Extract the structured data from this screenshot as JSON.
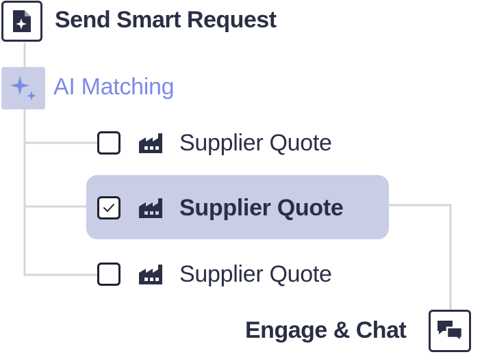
{
  "steps": {
    "send": {
      "label": "Send Smart Request",
      "icon": "document-sparkle-icon"
    },
    "ai": {
      "label": "AI Matching",
      "icon": "sparkles-icon"
    },
    "engage": {
      "label": "Engage & Chat",
      "icon": "chat-bubbles-icon"
    }
  },
  "suppliers": [
    {
      "label": "Supplier Quote",
      "checked": false,
      "icon": "factory-icon"
    },
    {
      "label": "Supplier Quote",
      "checked": true,
      "icon": "factory-icon"
    },
    {
      "label": "Supplier Quote",
      "checked": false,
      "icon": "factory-icon"
    }
  ],
  "colors": {
    "text": "#2b2f45",
    "accent": "#7b8be8",
    "highlight": "#c9cde6",
    "connector": "#d6d6d6"
  }
}
